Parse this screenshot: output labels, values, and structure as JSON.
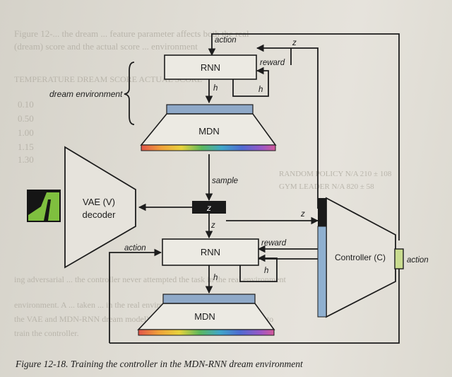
{
  "figure": {
    "caption": "Figure 12-18. Training the controller in the MDN-RNN dream environment"
  },
  "labels": {
    "dream_environment": "dream environment",
    "rnn_top": "RNN",
    "mdn_top": "MDN",
    "vae": "VAE (V)",
    "vae_sub": "decoder",
    "sample": "sample",
    "z_box": "z",
    "rnn_bottom": "RNN",
    "mdn_bottom": "MDN",
    "controller": "Controller (C)",
    "action_top": "action",
    "z_top": "z",
    "reward_top": "reward",
    "h_top_left": "h",
    "h_top_right": "h",
    "z_mid": "z",
    "z_lower": "z",
    "reward_bottom": "reward",
    "action_left": "action",
    "h_bottom_left": "h",
    "h_bottom_right": "h",
    "action_right": "action"
  },
  "background_text": {
    "line1": "Figure 12-... the dream ... feature parameter affects both the real",
    "line2": "(dream) score and the actual score ... environment",
    "table_header": "TEMPERATURE    DREAM SCORE    ACTUAL SCORE",
    "row1": "0.10",
    "row2": "0.50",
    "row3": "1.00",
    "row4": "1.15",
    "row5": "1.30",
    "random": "RANDOM POLICY    N/A    210 ± 108",
    "gym": "GYM LEADER    N/A    820 ± 58",
    "para": "ing adversarial ... the controller never attempted the task in the real environment",
    "para2": "environment. A ... taken ... in the real environment (to train",
    "para3": "the VAE and MDN-RNN dream model) ... used in the dream environment to",
    "para4": "train the controller."
  },
  "colors": {
    "line": "#1d1d1d",
    "bar_blue": "#8fa9c8",
    "controller_bar_dark": "#1a1a1a",
    "controller_bar_blue": "#8fb0d0",
    "action_box": "#c9dc8f",
    "thumb_green": "#7fbf3f",
    "thumb_black": "#151515"
  },
  "icons": {
    "frame_thumbnail": "game-frame-icon"
  }
}
